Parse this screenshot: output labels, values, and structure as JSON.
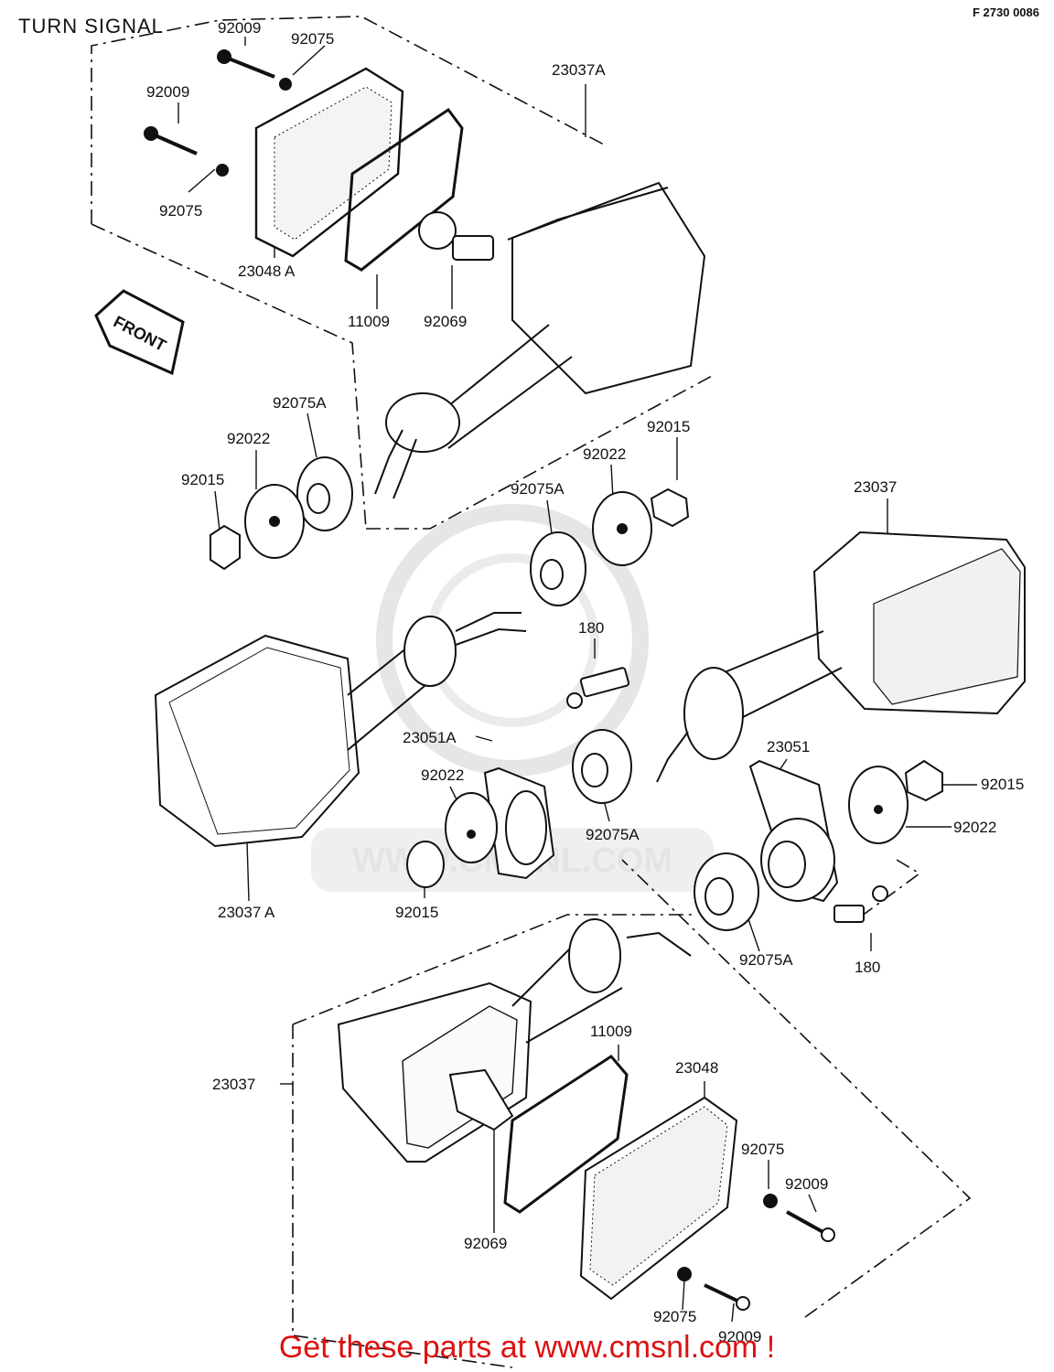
{
  "header": {
    "title": "TURN SIGNAL",
    "figure_code": "F 2730 0086"
  },
  "footer": {
    "text": "Get these parts at www.cmsnl.com !"
  },
  "watermark": {
    "text": "WWW.CMSNL.COM"
  },
  "front_arrow": {
    "label": "FRONT"
  },
  "part_labels": [
    {
      "id": "top-92009-a",
      "text": "92009"
    },
    {
      "id": "top-92075-a",
      "text": "92075"
    },
    {
      "id": "top-92009-b",
      "text": "92009"
    },
    {
      "id": "top-92075-b",
      "text": "92075"
    },
    {
      "id": "top-23037A",
      "text": "23037A"
    },
    {
      "id": "top-23048A",
      "text": "23048 A"
    },
    {
      "id": "top-11009",
      "text": "11009"
    },
    {
      "id": "top-92069",
      "text": "92069"
    },
    {
      "id": "left-92075A",
      "text": "92075A"
    },
    {
      "id": "left-92022",
      "text": "92022"
    },
    {
      "id": "left-92015",
      "text": "92015"
    },
    {
      "id": "mid-92015",
      "text": "92015"
    },
    {
      "id": "mid-92022",
      "text": "92022"
    },
    {
      "id": "mid-92075A",
      "text": "92075A"
    },
    {
      "id": "right-23037",
      "text": "23037"
    },
    {
      "id": "mid-180",
      "text": "180"
    },
    {
      "id": "mid-23051A",
      "text": "23051A"
    },
    {
      "id": "mid-92022-b",
      "text": "92022"
    },
    {
      "id": "mid-92075A-b",
      "text": "92075A"
    },
    {
      "id": "mid-23051",
      "text": "23051"
    },
    {
      "id": "right-92015",
      "text": "92015"
    },
    {
      "id": "right-92022",
      "text": "92022"
    },
    {
      "id": "left-23037A",
      "text": "23037 A"
    },
    {
      "id": "lower-92015",
      "text": "92015"
    },
    {
      "id": "lower-92075A",
      "text": "92075A"
    },
    {
      "id": "lower-180",
      "text": "180"
    },
    {
      "id": "bottom-11009",
      "text": "11009"
    },
    {
      "id": "bottom-23048",
      "text": "23048"
    },
    {
      "id": "bottom-23037",
      "text": "23037"
    },
    {
      "id": "bottom-92075-a",
      "text": "92075"
    },
    {
      "id": "bottom-92009-a",
      "text": "92009"
    },
    {
      "id": "bottom-92069",
      "text": "92069"
    },
    {
      "id": "bottom-92075-b",
      "text": "92075"
    },
    {
      "id": "bottom-92009-b",
      "text": "92009"
    }
  ]
}
